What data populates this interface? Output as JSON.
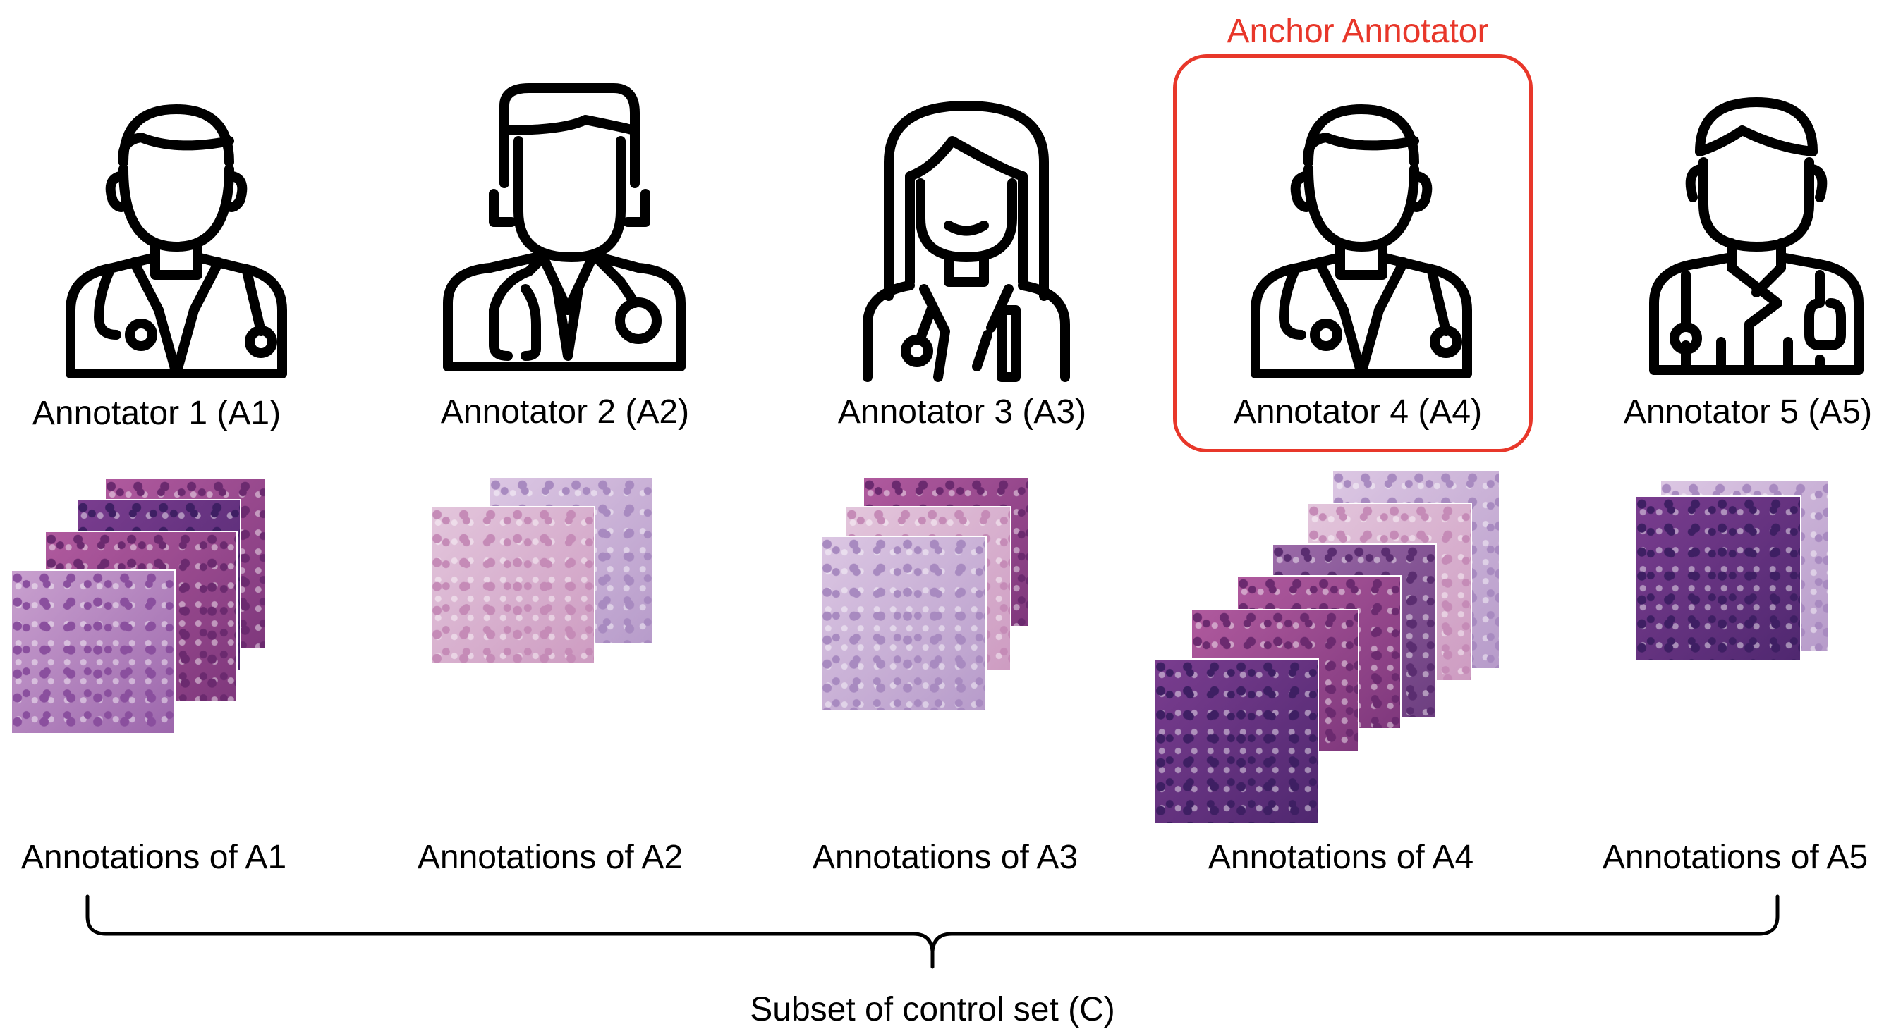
{
  "anchor": {
    "title": "Anchor Annotator",
    "color": "#e8372a",
    "annotator_index": 3
  },
  "annotators": [
    {
      "label": "Annotator 1 (A1)",
      "icon": "male-doctor-stethoscope-icon",
      "annotations_label": "Annotations of A1",
      "tiles": 4
    },
    {
      "label": "Annotator 2 (A2)",
      "icon": "male-doctor-tie-stethoscope-icon",
      "annotations_label": "Annotations of A2",
      "tiles": 2
    },
    {
      "label": "Annotator 3 (A3)",
      "icon": "female-doctor-stethoscope-icon",
      "annotations_label": "Annotations of A3",
      "tiles": 3
    },
    {
      "label": "Annotator 4 (A4)",
      "icon": "male-doctor-stethoscope-icon",
      "annotations_label": "Annotations of A4",
      "tiles": 6
    },
    {
      "label": "Annotator 5 (A5)",
      "icon": "male-doctor-scrubs-icon",
      "annotations_label": "Annotations of A5",
      "tiles": 2
    }
  ],
  "brace_label": "Subset of control set (C)",
  "tile_palettes": [
    [
      "#c9a1cf",
      "#8a4f9e"
    ],
    [
      "#7a3d8f",
      "#3e1f63"
    ],
    [
      "#e3c6dc",
      "#c58bb7"
    ],
    [
      "#dcc7e3",
      "#a88ac0"
    ],
    [
      "#b05a9e",
      "#6b2a6f"
    ],
    [
      "#9b6aa8",
      "#5a2d70"
    ]
  ]
}
